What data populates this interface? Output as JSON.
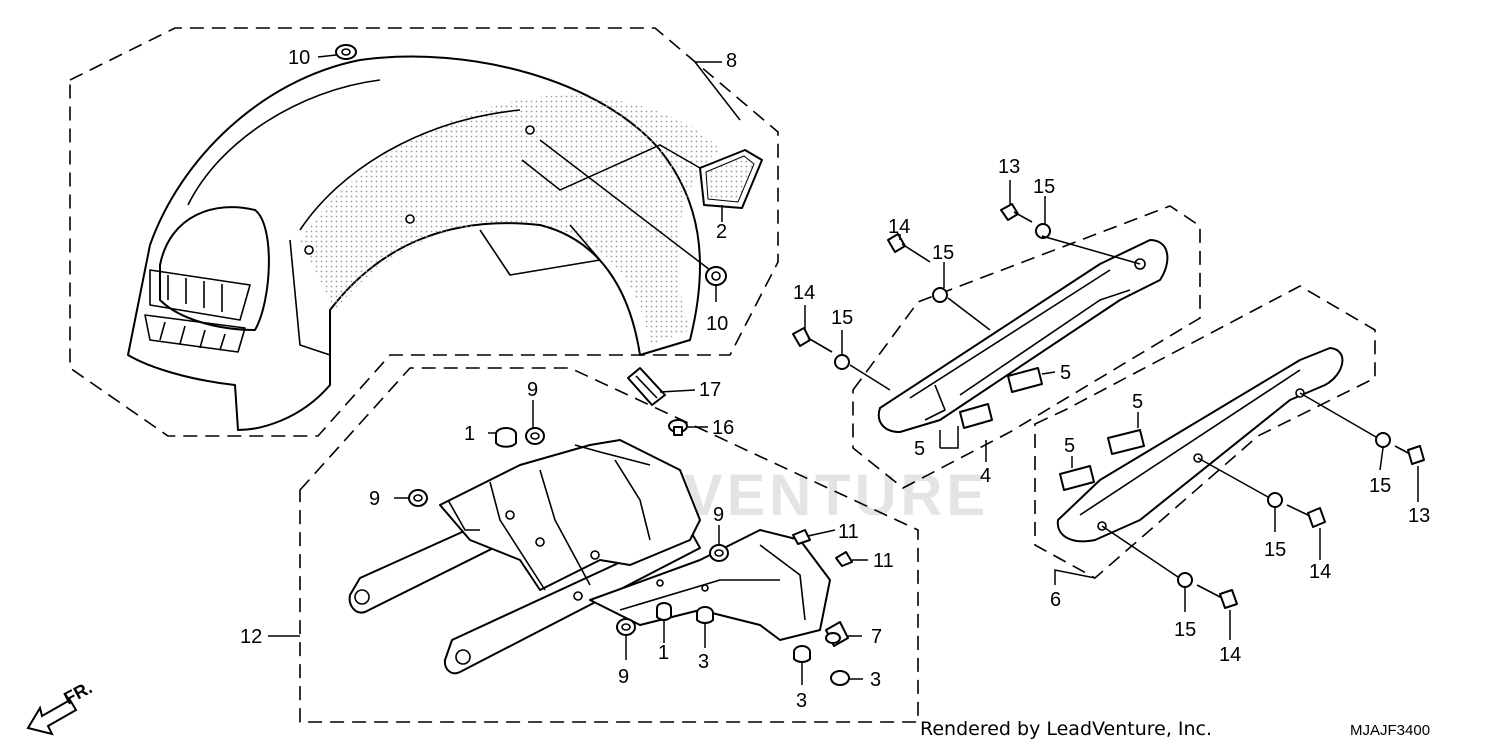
{
  "diagram": {
    "code": "MJAJF3400",
    "credit": "Rendered by LeadVenture, Inc.",
    "watermark": "LEADVENTURE",
    "direction_label": "FR.",
    "parts": [
      {
        "id": "p1a",
        "label": "1"
      },
      {
        "id": "p1b",
        "label": "1"
      },
      {
        "id": "p2",
        "label": "2"
      },
      {
        "id": "p3a",
        "label": "3"
      },
      {
        "id": "p3b",
        "label": "3"
      },
      {
        "id": "p3c",
        "label": "3"
      },
      {
        "id": "p4",
        "label": "4"
      },
      {
        "id": "p5a",
        "label": "5"
      },
      {
        "id": "p5b",
        "label": "5"
      },
      {
        "id": "p5c",
        "label": "5"
      },
      {
        "id": "p5d",
        "label": "5"
      },
      {
        "id": "p6",
        "label": "6"
      },
      {
        "id": "p7",
        "label": "7"
      },
      {
        "id": "p8",
        "label": "8"
      },
      {
        "id": "p9a",
        "label": "9"
      },
      {
        "id": "p9b",
        "label": "9"
      },
      {
        "id": "p9c",
        "label": "9"
      },
      {
        "id": "p9d",
        "label": "9"
      },
      {
        "id": "p10a",
        "label": "10"
      },
      {
        "id": "p10b",
        "label": "10"
      },
      {
        "id": "p11a",
        "label": "11"
      },
      {
        "id": "p11b",
        "label": "11"
      },
      {
        "id": "p12",
        "label": "12"
      },
      {
        "id": "p13a",
        "label": "13"
      },
      {
        "id": "p13b",
        "label": "13"
      },
      {
        "id": "p14a",
        "label": "14"
      },
      {
        "id": "p14b",
        "label": "14"
      },
      {
        "id": "p14c",
        "label": "14"
      },
      {
        "id": "p14d",
        "label": "14"
      },
      {
        "id": "p15a",
        "label": "15"
      },
      {
        "id": "p15b",
        "label": "15"
      },
      {
        "id": "p15c",
        "label": "15"
      },
      {
        "id": "p15d",
        "label": "15"
      },
      {
        "id": "p15e",
        "label": "15"
      },
      {
        "id": "p15f",
        "label": "15"
      },
      {
        "id": "p16",
        "label": "16"
      },
      {
        "id": "p17",
        "label": "17"
      }
    ]
  }
}
